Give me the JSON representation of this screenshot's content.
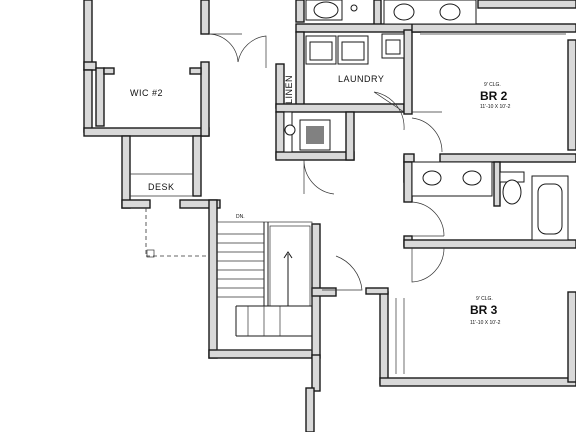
{
  "rooms": {
    "wic": "WIC #2",
    "desk": "DESK",
    "laundry": "LAUNDRY",
    "linen": "LINEN",
    "br2_name": "BR 2",
    "br2_ceiling": "9' CLG.",
    "br2_size": "11'-10 X 10'-2",
    "br3_name": "BR 3",
    "br3_ceiling": "9' CLG.",
    "br3_size": "11'-10 X 10'-2",
    "stair_dn": "DN."
  }
}
